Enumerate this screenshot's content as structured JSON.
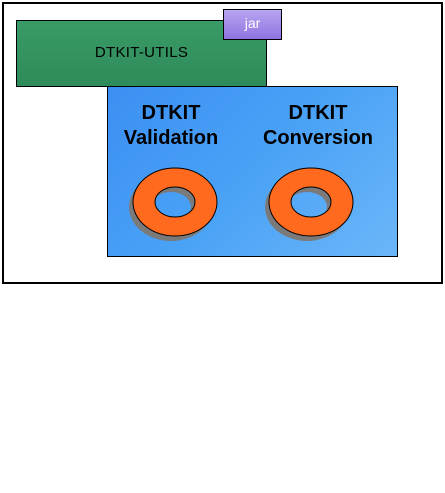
{
  "diagram": {
    "container_label": "DTKIT-UTILS",
    "jar_label": "jar",
    "modules": [
      {
        "line1": "DTKIT",
        "line2": "Validation"
      },
      {
        "line1": "DTKIT",
        "line2": "Conversion"
      }
    ],
    "colors": {
      "utils_fill": "#2e8b5a",
      "jar_fill": "#a58ceb",
      "module_fill": "#4aa2f6",
      "ring_fill": "#ff6a1f",
      "ring_shadow": "#7a7a7a"
    },
    "icons": [
      "ring-icon",
      "ring-icon"
    ]
  }
}
